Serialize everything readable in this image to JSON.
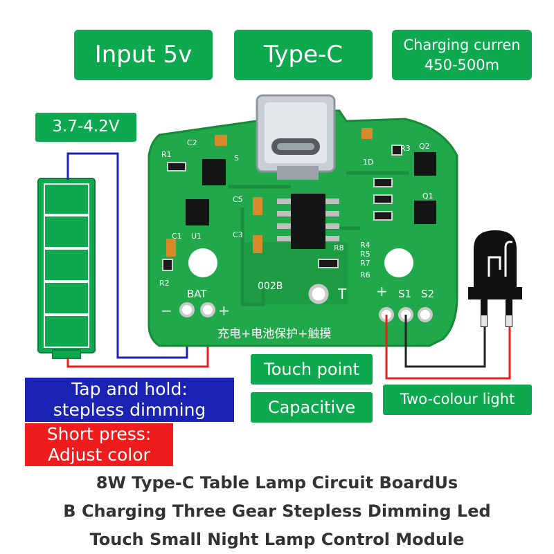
{
  "labels": {
    "input": "Input 5v",
    "type_c": "Type-C",
    "charging_current_line1": "Charging curren",
    "charging_current_line2": "450-500m",
    "voltage": "3.7-4.2V",
    "touch_point": "Touch point",
    "capacitive": "Capacitive",
    "two_colour_light": "Two-colour light",
    "tap_hold_line1": "Tap and hold:",
    "tap_hold_line2": "stepless dimming",
    "short_press_line1": "Short press:",
    "short_press_line2": "Adjust color"
  },
  "caption": {
    "line1": "8W Type-C Table Lamp Circuit BoardUs",
    "line2": "B Charging Three Gear Stepless Dimming Led",
    "line3": "Touch Small Night Lamp Control Module"
  },
  "board": {
    "silkscreen": {
      "bat": "BAT",
      "minus": "−",
      "plus": "+",
      "plus_right": "+",
      "s1": "S1",
      "s2": "S2",
      "t": "T",
      "code": "002B",
      "chinese": "充电+电池保护+触摸",
      "r1": "R1",
      "c2": "C2",
      "s": "S",
      "c5": "C5",
      "c3": "C3",
      "c1": "C1",
      "u1": "U1",
      "r2": "R2",
      "r3": "R3",
      "q2": "Q2",
      "q1": "Q1",
      "r4": "R4",
      "r5": "R5",
      "r7": "R7",
      "r6": "R6",
      "r8": "R8",
      "ld": "1D"
    },
    "colors": {
      "pcb": "#21a84a",
      "pcb_dark": "#1b8f3d",
      "accent_green": "#0ea84e",
      "wire_blue": "#1b23b5",
      "wire_red": "#ee1c1c",
      "wire_black": "#222222"
    }
  },
  "icons": [
    "battery-icon",
    "usb-c-port-icon",
    "led-icon"
  ]
}
